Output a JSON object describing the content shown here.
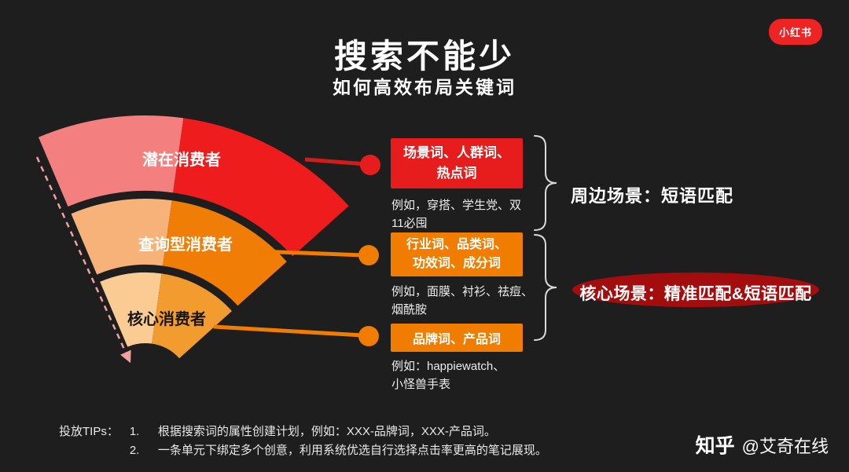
{
  "colors": {
    "background": "#1e1e1e",
    "red": "#e71d1d",
    "red_line": "#d31b1b",
    "orange": "#f07d00",
    "highlight_ellipse": "#a30d0d",
    "logo_red": "#ee2424",
    "arrow_dash": "#f2a0a0"
  },
  "header": {
    "title": "搜索不能少",
    "subtitle": "如何高效布局关键词",
    "logo": "小红书"
  },
  "funnel": {
    "segments": [
      {
        "label": "潜在消费者",
        "color_left": "#f47f7f",
        "color_right": "#ee1c1c"
      },
      {
        "label": "查询型消费者",
        "color_left": "#f7b27a",
        "color_right": "#f07d05"
      },
      {
        "label": "核心消费者",
        "color_left": "#fbcb94",
        "color_right": "#f29b2e"
      }
    ]
  },
  "callouts": [
    {
      "keywords": "场景词、人群词、\n热点词",
      "example": "例如，穿搭、学生党、双\n11必囤"
    },
    {
      "keywords": "行业词、品类词、\n功效词、成分词",
      "example": "例如，面膜、衬衫、祛痘、\n烟酰胺"
    },
    {
      "keywords": "品牌词、产品词",
      "example": "例如：happiewatch、\n小怪兽手表"
    }
  ],
  "matching": [
    {
      "label": "周边场景：短语匹配"
    },
    {
      "label": "核心场景：精准匹配&短语匹配"
    }
  ],
  "tips": {
    "heading": "投放TIPs：",
    "items": [
      {
        "num": "1.",
        "text": "根据搜索词的属性创建计划，例如：XXX-品牌词，XXX-产品词。"
      },
      {
        "num": "2.",
        "text": "一条单元下绑定多个创意，利用系统优选自行选择点击率更高的笔记展现。"
      }
    ]
  },
  "watermark": {
    "brand": "知乎",
    "handle": "@艾奇在线"
  }
}
